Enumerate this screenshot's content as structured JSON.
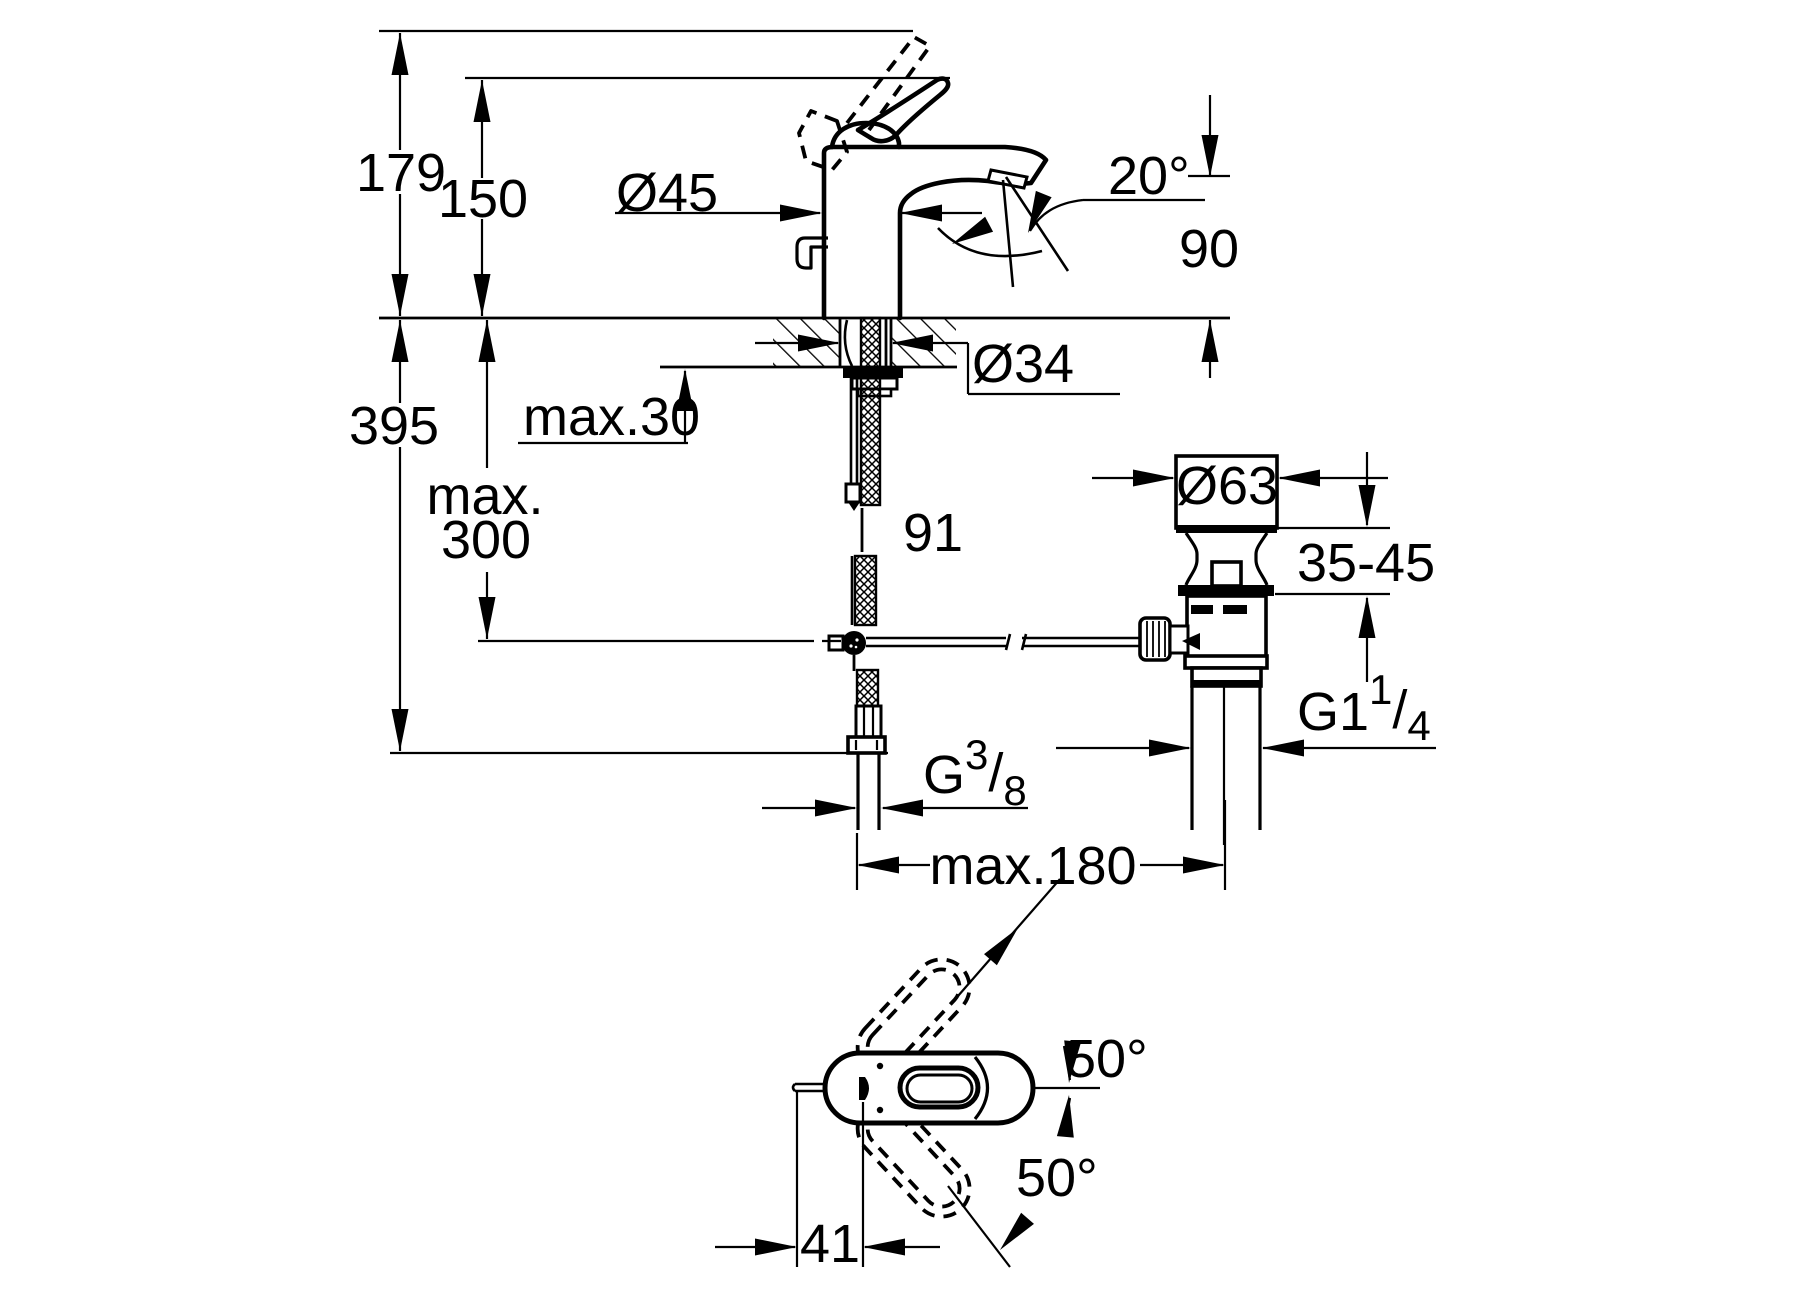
{
  "colors": {
    "line": "#000000",
    "background": "#ffffff"
  },
  "side_view": {
    "total_height": "179",
    "handle_height": "150",
    "body_diameter": "Ø45",
    "spout_angle": "20°",
    "spout_height": "90",
    "hole_diameter": "Ø34",
    "deck_thickness_max": "max.30",
    "below_deck_height": "395",
    "hose_reach_line1": "max.",
    "hose_reach_line2": "300",
    "spout_reach": "91",
    "waste_flange_diameter": "Ø63",
    "waste_deck_range": "35-45",
    "waste_thread": {
      "main": "G1",
      "num": "1",
      "slash": "/",
      "den": "4"
    },
    "supply_thread": {
      "main": "G",
      "num": "3",
      "slash": "/",
      "den": "8"
    },
    "waste_offset_max": "max.180"
  },
  "top_view": {
    "swivel_angle_up": "50°",
    "swivel_angle_down": "50°",
    "handle_offset": "41"
  }
}
